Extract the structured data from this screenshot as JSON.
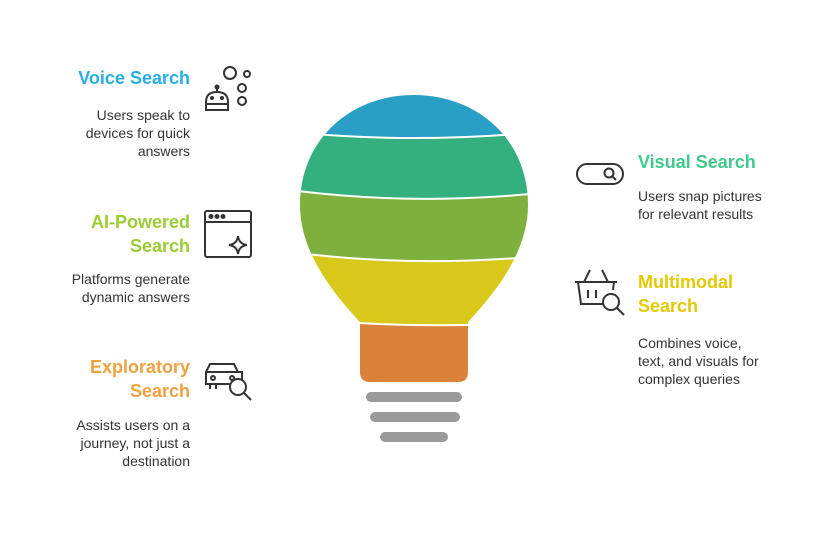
{
  "colors": {
    "voice": "#27AEE3",
    "ai": "#9ACD32",
    "exploratory": "#F0A040",
    "visual": "#3FC98C",
    "multimodal": "#E6C800",
    "bulb_top": "#2A9FC6",
    "bulb_teal": "#33B07E",
    "bulb_green": "#7FB03D",
    "bulb_yellow": "#D8C81A",
    "bulb_orange": "#D9833A",
    "base": "#9A9A9A",
    "icon_stroke": "#333333",
    "text": "#333333"
  },
  "items": {
    "voice": {
      "title": "Voice Search",
      "desc": "Users speak to\ndevices for quick\nanswers",
      "icon": "voice-assistant-icon"
    },
    "ai": {
      "title_line1": "AI-Powered",
      "title_line2": "Search",
      "desc": "Platforms generate\ndynamic answers",
      "icon": "browser-sparkle-icon"
    },
    "exploratory": {
      "title_line1": "Exploratory",
      "title_line2": "Search",
      "desc": "Assists users on a\njourney, not just a\ndestination",
      "icon": "car-search-icon"
    },
    "visual": {
      "title": "Visual Search",
      "desc": "Users snap pictures\nfor relevant results",
      "icon": "search-bar-icon"
    },
    "multimodal": {
      "title_line1": "Multimodal",
      "title_line2": "Search",
      "desc": "Combines voice,\ntext, and visuals for\ncomplex queries",
      "icon": "basket-search-icon"
    }
  }
}
